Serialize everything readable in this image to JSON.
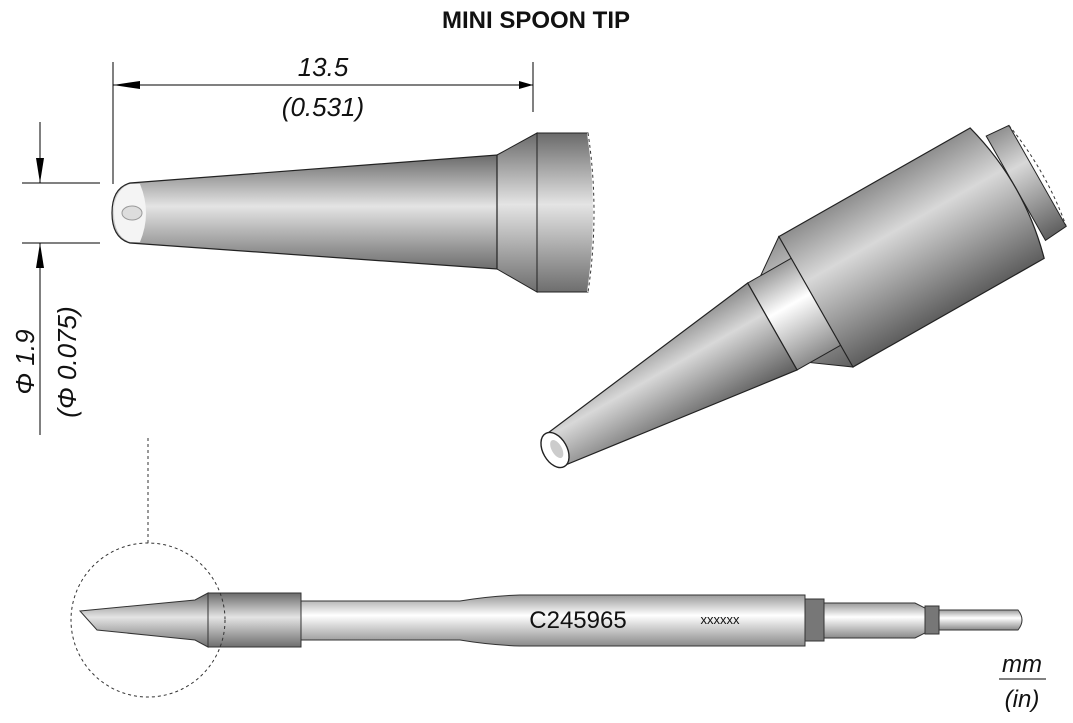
{
  "title": "MINI SPOON TIP",
  "length_dim": {
    "mm": "13.5",
    "in": "(0.531)"
  },
  "diameter_dim": {
    "mm": "Φ 1.9",
    "in": "(Φ 0.075)"
  },
  "part_number": "C245965",
  "serial_placeholder": "xxxxxx",
  "units": {
    "top": "mm",
    "bottom": "(in)"
  }
}
